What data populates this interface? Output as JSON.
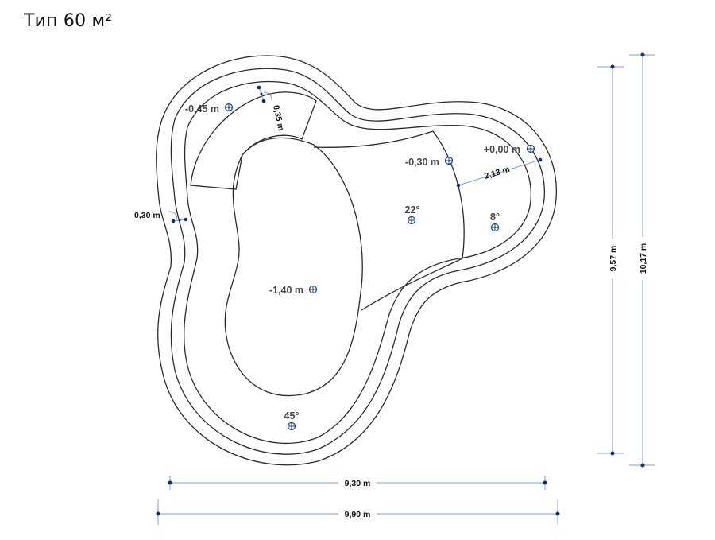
{
  "title": "Тип 60 м²",
  "dimensions": {
    "width_inner": "9,30 m",
    "width_outer": "9,90 m",
    "height_inner": "9,57 m",
    "height_outer": "10,17 m",
    "rim_width": "0,30 m",
    "step_width": "0,35 m",
    "shelf_width": "2,13 m"
  },
  "levels": {
    "step_top": "-0,45 m",
    "entry": "+0,00 m",
    "shelf": "-0,30 m",
    "deep": "-1,40 m"
  },
  "slopes": {
    "ramp": "22°",
    "shelf_floor": "8°",
    "wall": "45°"
  },
  "colors": {
    "outline": "#2a2a2a",
    "dimension_line": "#7fa0c8",
    "dimension_point": "#0d2f66",
    "marker": "#17407a"
  }
}
